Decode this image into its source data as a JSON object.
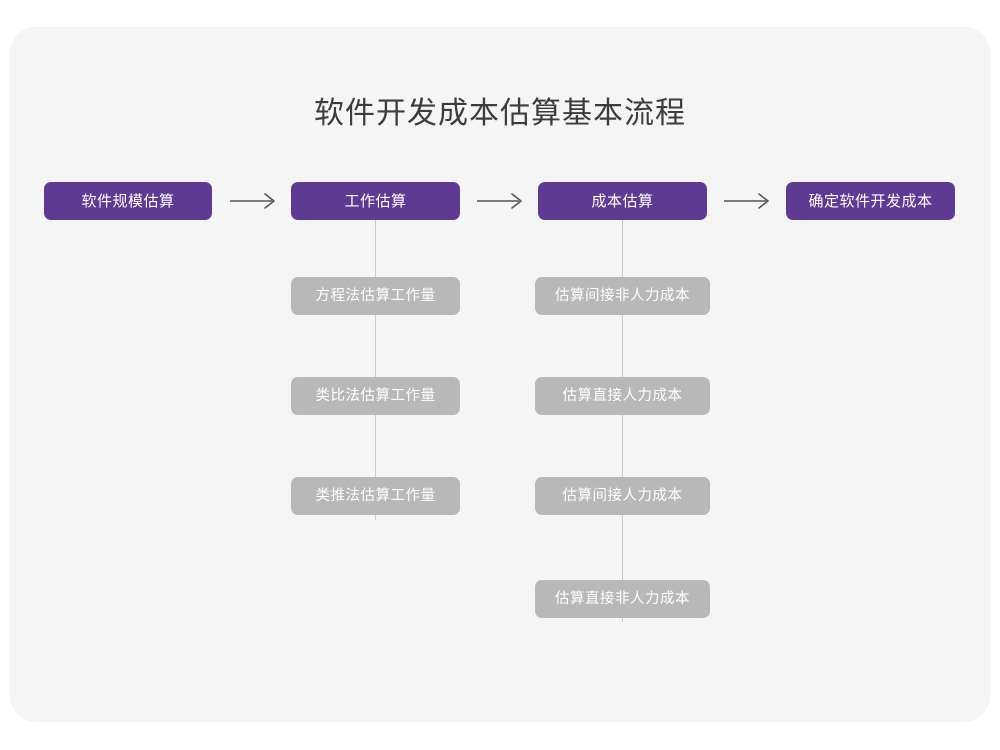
{
  "diagram": {
    "title": "软件开发成本估算基本流程",
    "type": "flowchart",
    "colors": {
      "page_background": "#ffffff",
      "card_background": "#f5f5f5",
      "primary_node": "#5f3a92",
      "secondary_node": "#b8b8b8",
      "node_text": "#ffffff",
      "title_text": "#3c3c3c",
      "connector_line": "#c9c9c9",
      "arrow": "#555555"
    },
    "stages": [
      {
        "id": "stage-1",
        "label": "软件规模估算",
        "children": []
      },
      {
        "id": "stage-2",
        "label": "工作估算",
        "children": [
          {
            "id": "stage-2-child-1",
            "label": "方程法估算工作量"
          },
          {
            "id": "stage-2-child-2",
            "label": "类比法估算工作量"
          },
          {
            "id": "stage-2-child-3",
            "label": "类推法估算工作量"
          }
        ]
      },
      {
        "id": "stage-3",
        "label": "成本估算",
        "children": [
          {
            "id": "stage-3-child-1",
            "label": "估算间接非人力成本"
          },
          {
            "id": "stage-3-child-2",
            "label": "估算直接人力成本"
          },
          {
            "id": "stage-3-child-3",
            "label": "估算间接人力成本"
          },
          {
            "id": "stage-3-child-4",
            "label": "估算直接非人力成本"
          }
        ]
      },
      {
        "id": "stage-4",
        "label": "确定软件开发成本",
        "children": []
      }
    ],
    "arrows": [
      {
        "id": "arrow-1",
        "icon": "right-arrow-icon",
        "from": "stage-1",
        "to": "stage-2"
      },
      {
        "id": "arrow-2",
        "icon": "right-arrow-icon",
        "from": "stage-2",
        "to": "stage-3"
      },
      {
        "id": "arrow-3",
        "icon": "right-arrow-icon",
        "from": "stage-3",
        "to": "stage-4"
      }
    ]
  }
}
